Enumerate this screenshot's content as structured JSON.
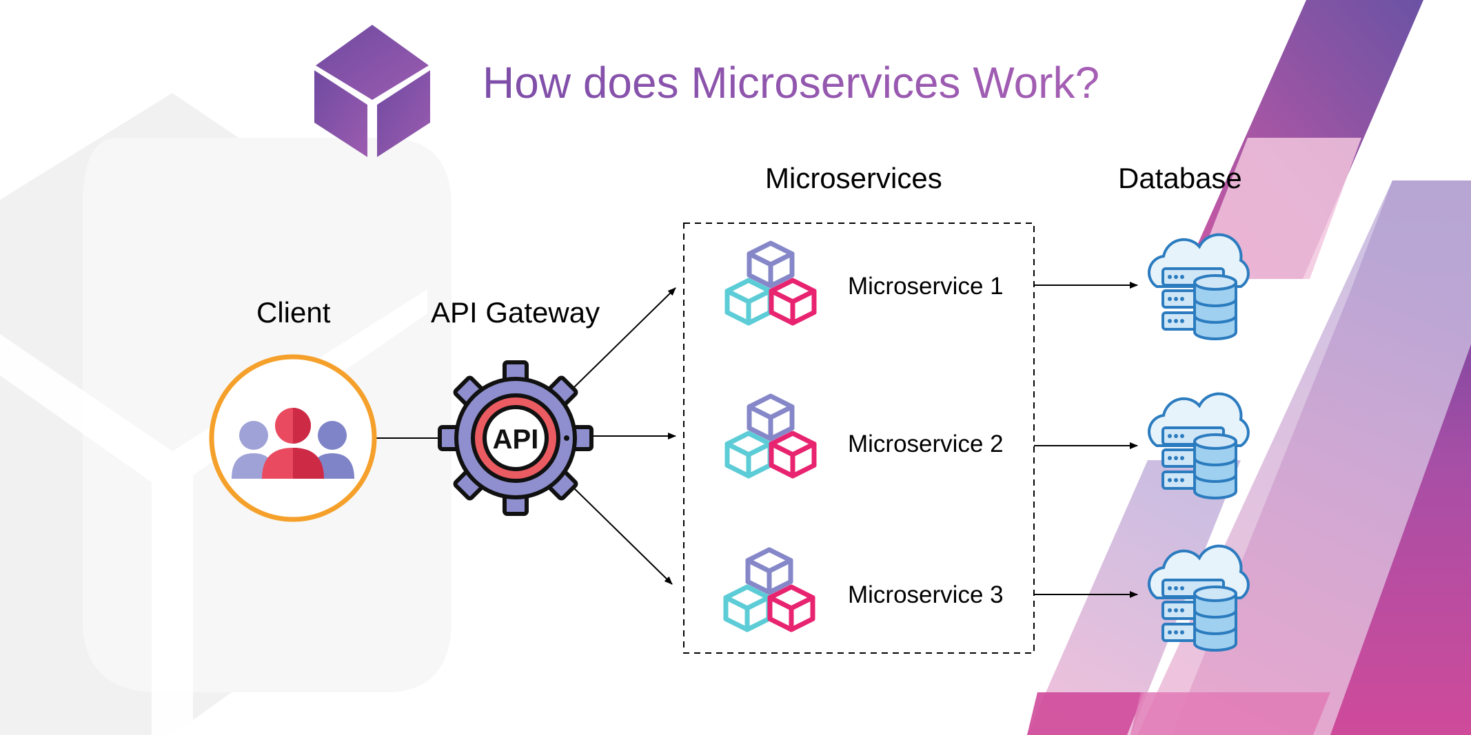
{
  "title": "How does Microservices Work?",
  "columns": {
    "client": "Client",
    "gateway": "API Gateway",
    "microservices": "Microservices",
    "database": "Database"
  },
  "gateway_icon_text": "API",
  "services": [
    {
      "label": "Microservice 1"
    },
    {
      "label": "Microservice 2"
    },
    {
      "label": "Microservice 3"
    }
  ],
  "colors": {
    "title_start": "#7d4ea8",
    "title_end": "#a65fb4",
    "client_ring": "#f5a02a",
    "gear": "#8f8fd0",
    "api_ring": "#ea5c62",
    "cube_top": "#8587c8",
    "cube_left": "#5cccd6",
    "cube_right": "#e8236f",
    "db_blue": "#2b7bbf",
    "band_magenta": "#c9469a",
    "band_purple": "#5a3f9a"
  }
}
